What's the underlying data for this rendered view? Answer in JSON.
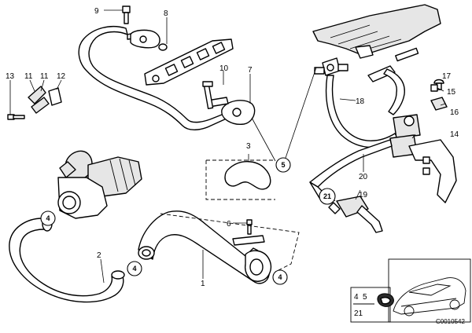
{
  "callouts": {
    "c1": "1",
    "c2": "2",
    "c3": "3",
    "c4a": "4",
    "c4b": "4",
    "c4c": "4",
    "c5": "5",
    "c6": "6",
    "c7": "7",
    "c8": "8",
    "c9": "9",
    "c10": "10",
    "c11a": "11",
    "c11b": "11",
    "c12": "12",
    "c13": "13",
    "c14": "14",
    "c15": "15",
    "c16": "16",
    "c17": "17",
    "c18": "18",
    "c19": "19",
    "c20": "20",
    "c21": "21"
  },
  "inset": {
    "label_4": "4",
    "label_5": "5",
    "label_21": "21"
  },
  "diagram_code": "C0010542"
}
